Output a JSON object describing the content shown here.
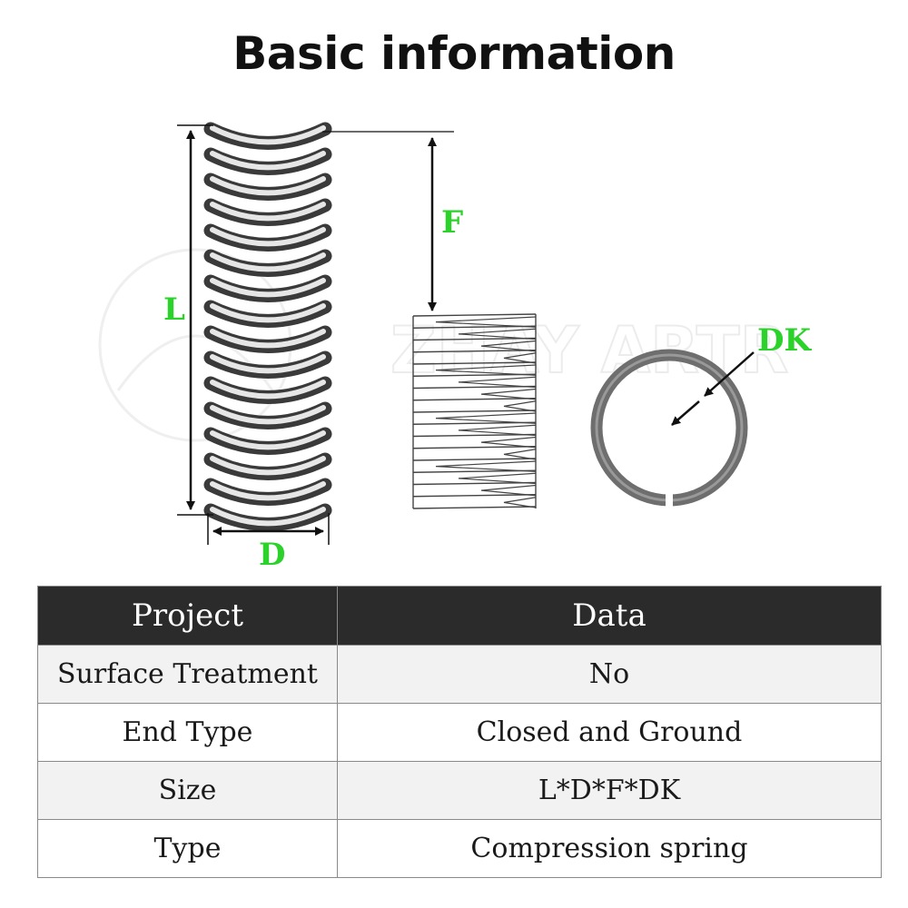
{
  "page": {
    "title": "Basic information"
  },
  "diagram": {
    "labels": {
      "length": "L",
      "diameter": "D",
      "free_length": "F",
      "wire_diameter": "DK"
    },
    "label_color": "#2ad22a"
  },
  "table": {
    "headers": [
      "Project",
      "Data"
    ],
    "rows": [
      {
        "project": "Surface Treatment",
        "data": "No"
      },
      {
        "project": "End Type",
        "data": "Closed and Ground"
      },
      {
        "project": "Size",
        "data": "L*D*F*DK"
      },
      {
        "project": "Type",
        "data": "Compression spring"
      }
    ]
  }
}
